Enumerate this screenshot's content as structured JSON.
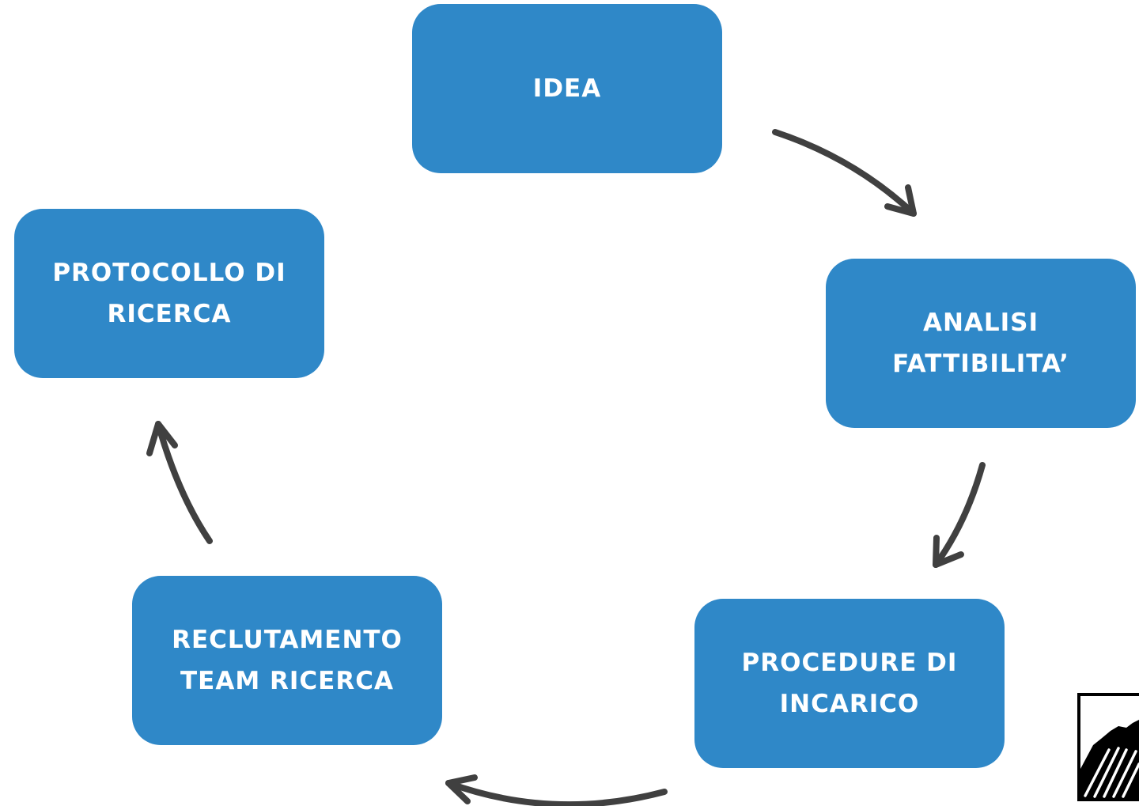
{
  "diagram": {
    "type": "cycle",
    "colors": {
      "box_fill": "#2f88c8",
      "box_text": "#ffffff",
      "arrow": "#404040",
      "background": "#ffffff"
    },
    "steps": [
      {
        "id": "idea",
        "label": "IDEA"
      },
      {
        "id": "analisi",
        "label": "ANALISI\nFATTIBILITA’"
      },
      {
        "id": "procedure",
        "label": "PROCEDURE DI\nINCARICO"
      },
      {
        "id": "reclutamento",
        "label": "RECLUTAMENTO\nTEAM RICERCA"
      },
      {
        "id": "protocollo",
        "label": "PROTOCOLLO DI\nRICERCA"
      }
    ],
    "connections": [
      {
        "from": "idea",
        "to": "analisi"
      },
      {
        "from": "analisi",
        "to": "procedure"
      },
      {
        "from": "procedure",
        "to": "reclutamento"
      },
      {
        "from": "reclutamento",
        "to": "protocollo"
      }
    ]
  },
  "logo": {
    "icon": "mountain-logo-icon"
  }
}
